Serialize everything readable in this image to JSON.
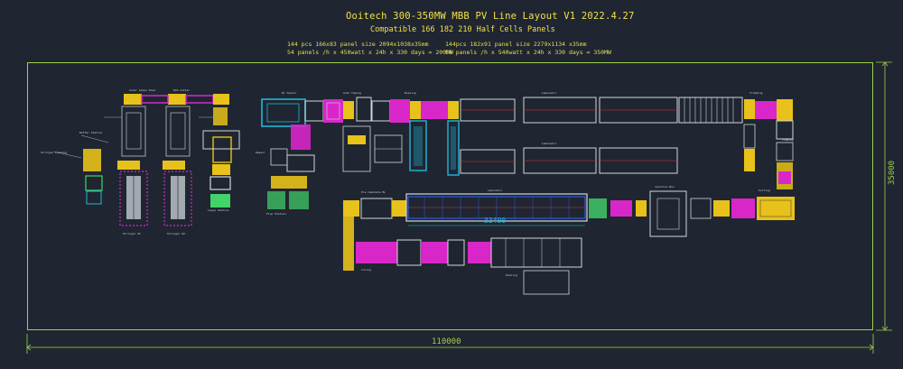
{
  "title": "Ooitech 300-350MW MBB PV Line Layout V1 2022.4.27",
  "subtitle": "Compatible 166 182 210 Half Cells Panels",
  "spec_left": [
    "144 pcs 166x83      panel size 2094x1038x35mm",
    "54 panels /h x 450watt x 24h x 330 days = 200MW"
  ],
  "spec_right": [
    "144pcs 182x91      panel size 2279x1134 x35mm",
    "54 panels /h x 540watt x 24h x 330 days = 350MW"
  ],
  "dimensions": {
    "width": "110000",
    "height": "35000",
    "laminator_span": "33400"
  },
  "colors": {
    "background": "#1f2631",
    "frame": "#9ed04a",
    "annotation": "#f2e14a",
    "conveyor_yellow": "#e8c21a",
    "station_magenta": "#d926c9",
    "station_cyan": "#20b8d8",
    "machine_white": "#cfd6dc",
    "laminator_blue": "#2f5bd9"
  }
}
